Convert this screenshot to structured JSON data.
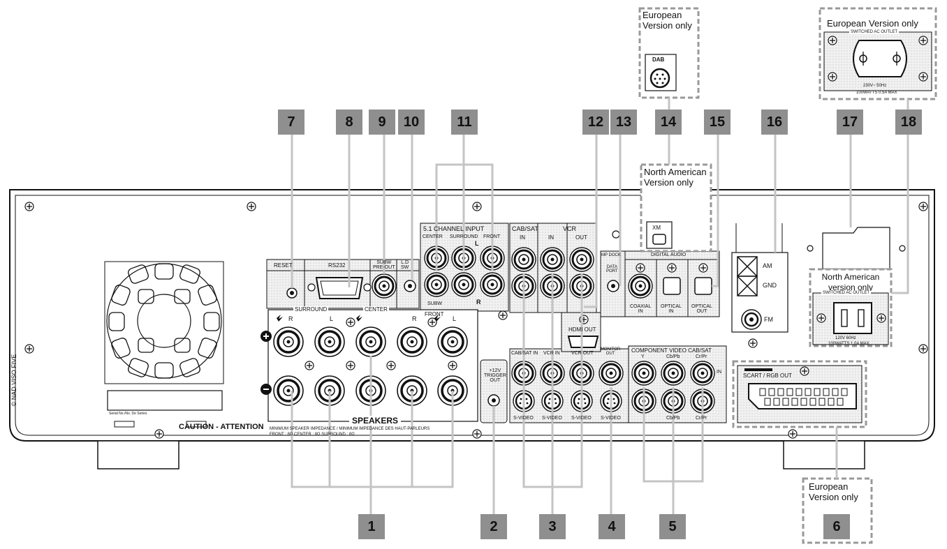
{
  "copyright": "© NAD VISO FIVE",
  "callouts": [
    "1",
    "2",
    "3",
    "4",
    "5",
    "6",
    "7",
    "8",
    "9",
    "10",
    "11",
    "12",
    "13",
    "14",
    "15",
    "16",
    "17",
    "18"
  ],
  "notes": {
    "eu_dab": "European\nVersion only",
    "na_xm": "North American\nVersion only",
    "eu_outlet": "European  Version only",
    "na_outlet": "North American\nversion only",
    "eu_scart": "European\nVersion only"
  },
  "panel": {
    "reset": "RESET",
    "rs232": "RS232",
    "subw_preout": "SUBW\nPRE-OUT",
    "ld": "L.D\nSW",
    "ch51": "5.1 CHANNEL INPUT",
    "ch51_center": "CENTER",
    "ch51_surround": "SURROUND",
    "ch51_front": "FRONT",
    "ch51_l": "L",
    "ch51_r": "R",
    "ch51_subw": "SUBW",
    "cabsat": "CAB/SAT",
    "vcr": "VCR",
    "in": "IN",
    "out": "OUT",
    "mp_dock": "MP DOCK",
    "data_port": "DATA\nPORT",
    "digital_audio": "DIGITAL AUDIO",
    "coaxial_in": "COAXIAL\nIN",
    "optical_in": "OPTICAL\nIN",
    "optical_out": "OPTICAL\nOUT",
    "xm": "XM",
    "dab": "DAB",
    "am": "AM",
    "gnd": "GND",
    "fm": "FM",
    "hdmi_out": "HDMI OUT",
    "trigger": "+12V\nTRIGGER\nOUT",
    "cabsat_in": "CAB/SAT IN",
    "vcr_in": "VCR IN",
    "vcr_out": "VCR OUT",
    "monitor_out": "MONITOR\nOUT",
    "component": "COMPONENT VIDEO CAB/SAT",
    "comp_y": "Y",
    "comp_cb": "Cb/Pb",
    "comp_cr": "Cr/Pr",
    "comp_in": "IN",
    "svideo": "S-VIDEO",
    "cbpb": "Cb/Pb",
    "crpr": "Cr/Pr",
    "surround": "SURROUND",
    "center": "CENTER",
    "front": "FRONT",
    "r": "R",
    "l": "L",
    "speakers": "SPEAKERS",
    "caution": "CAUTION - ATTENTION",
    "imp1": "MINIMUM SPEAKER IMPEDANCE / MINIMUM IMPEDANCE DES HAUT-PARLEURS",
    "imp2": "FRONT : 8Ω     CENTER : 8Ω     SURROUND : 8Ω",
    "serial": "Serial No./No. De Series",
    "scart": "SCART / RGB OUT",
    "eu_outlet_title": "SWITCHED AC OUTLET",
    "eu_outlet_rating1": "230V~ 50Hz",
    "eu_outlet_rating2": "100WATTS 0.5A MAX",
    "na_outlet_title": "SWITCHED AC OUTLET",
    "na_outlet_rating1": "120V    60Hz",
    "na_outlet_rating2": "100WATTS 1.0A MAX"
  }
}
